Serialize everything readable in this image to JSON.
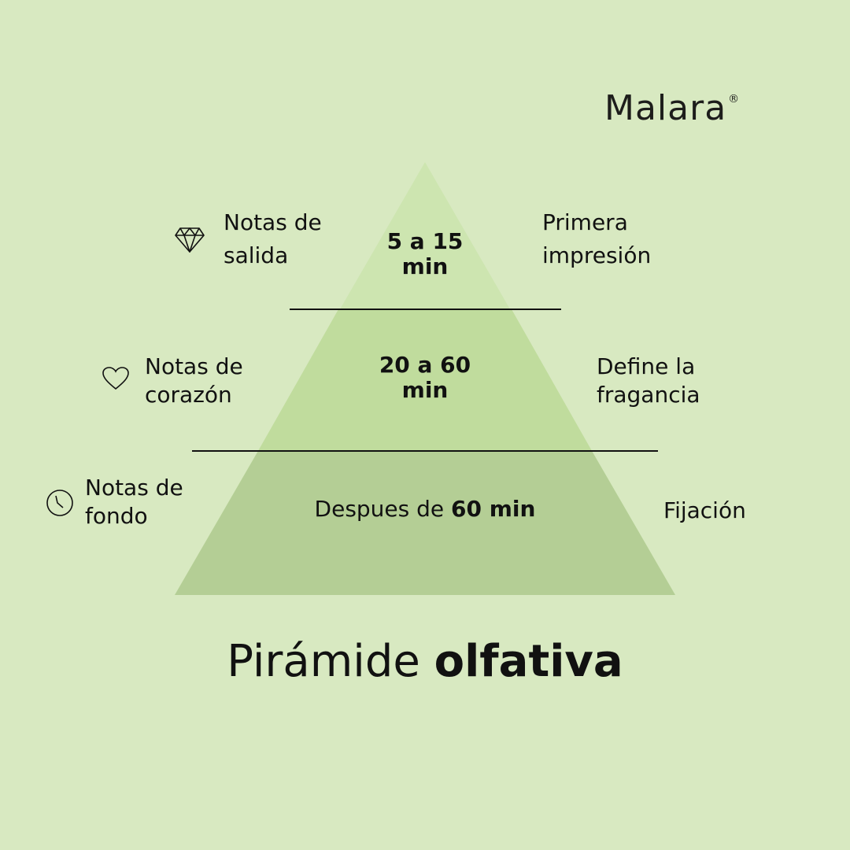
{
  "brand": {
    "name": "Malara",
    "mark": "®"
  },
  "colors": {
    "background": "#d8e9c1",
    "tier_top": "#cde5b0",
    "tier_middle": "#c0dc9d",
    "tier_bottom": "#b4ce95",
    "divider": "#111111"
  },
  "tiers": [
    {
      "icon": "diamond-icon",
      "left_label": [
        "Notas de",
        "salida"
      ],
      "duration": [
        "5 a 15",
        "min"
      ],
      "right_label": [
        "Primera",
        "impresión"
      ]
    },
    {
      "icon": "heart-icon",
      "left_label": [
        "Notas de",
        "corazón"
      ],
      "duration": [
        "20 a 60",
        "min"
      ],
      "right_label": [
        "Define la",
        "fragancia"
      ]
    },
    {
      "icon": "clock-icon",
      "left_label": [
        "Notas de",
        "fondo"
      ],
      "duration_prefix": "Despues de ",
      "duration_bold": "60 min",
      "right_label": [
        "Fijación"
      ]
    }
  ],
  "title": {
    "regular": "Pirámide ",
    "bold": "olfativa"
  }
}
